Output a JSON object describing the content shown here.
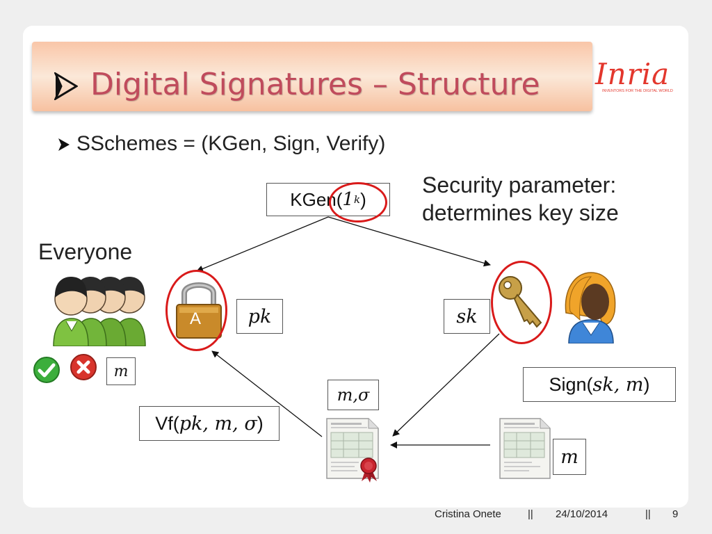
{
  "title": {
    "text": "Digital Signatures – Structure",
    "color": "#c04b5c"
  },
  "logo": {
    "word": "Inria",
    "tagline": "INVENTORS FOR THE DIGITAL WORLD",
    "color": "#e3372d"
  },
  "bullet": {
    "text": "SSchemes = (KGen, Sign, Verify)"
  },
  "kgen": {
    "prefix": "KGen(",
    "arg": "1",
    "sup": "k",
    "suffix": ")"
  },
  "security_note": {
    "line1": "Security parameter:",
    "line2": "determines key size"
  },
  "everyone": "Everyone",
  "lock_letter": "A",
  "pk": "pk",
  "sk": "sk",
  "m_small": "m",
  "m_sigma": {
    "m": "m",
    "comma": ",",
    "sigma": "σ"
  },
  "vf": {
    "prefix": "Vf(",
    "args": "pk, m, σ",
    "suffix": ")"
  },
  "sign": {
    "prefix": "Sign(",
    "args": "sk, m",
    "suffix": ")"
  },
  "m_doc": "m",
  "footer": {
    "author": "Cristina Onete",
    "sep1": "||",
    "date": "24/10/2014",
    "sep2": "||",
    "page": "9"
  },
  "colors": {
    "accent_red": "#d91a1a",
    "check_green": "#3cae3c",
    "cross_red": "#d8342c",
    "people_green": "#7fc241"
  }
}
